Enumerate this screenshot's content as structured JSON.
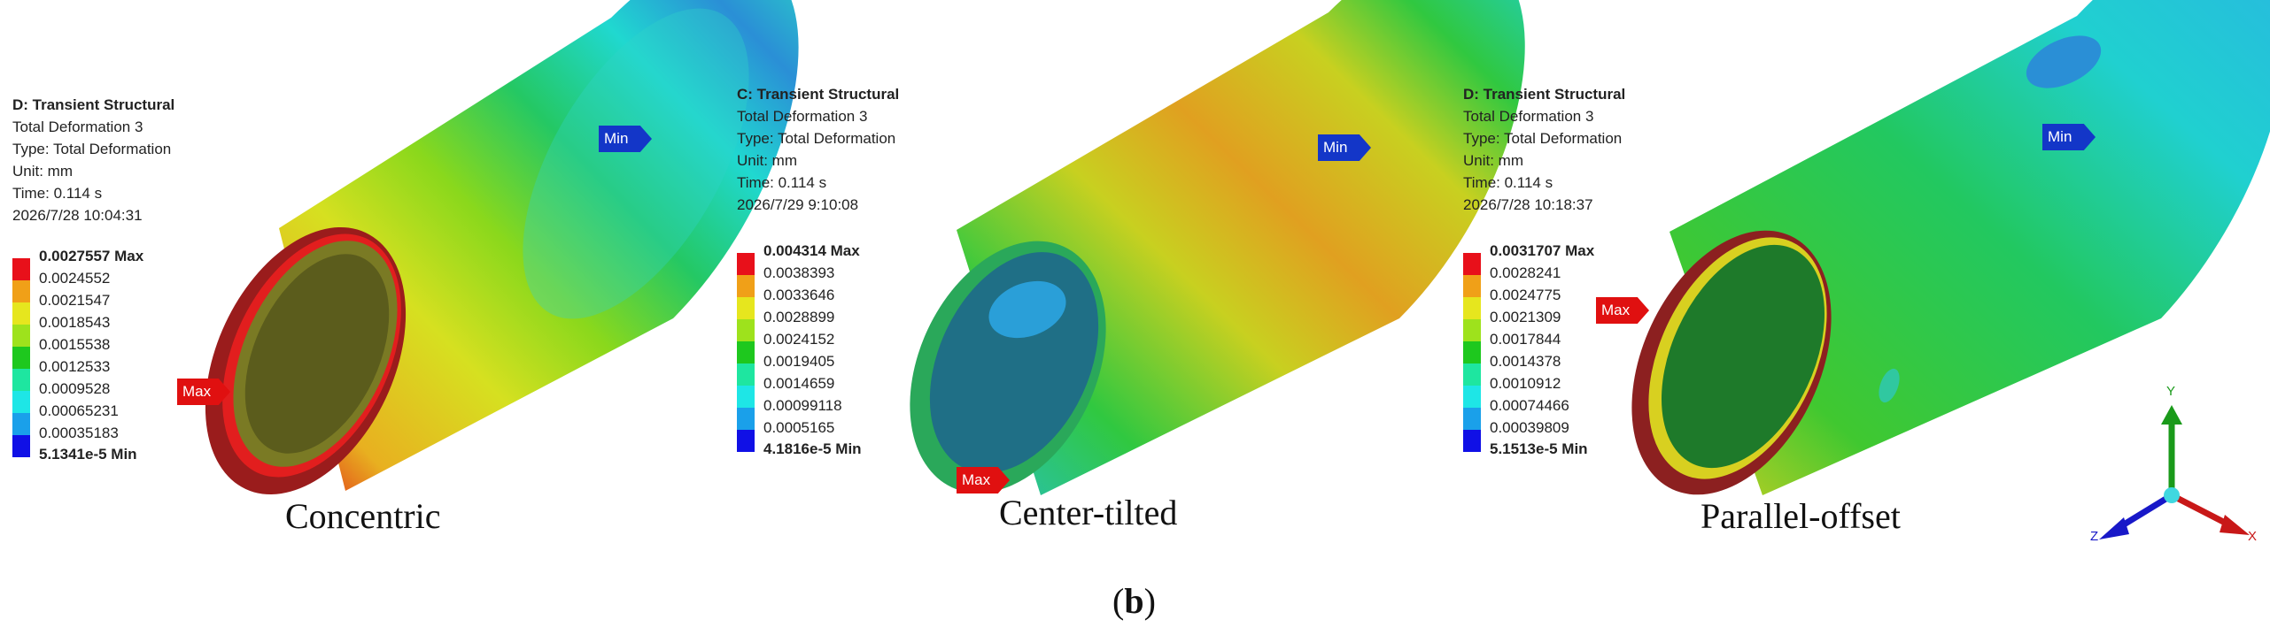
{
  "panels": [
    {
      "caption": "Concentric",
      "info": {
        "title": "D: Transient Structural",
        "result": "Total Deformation 3",
        "type": "Type: Total Deformation",
        "unit": "Unit: mm",
        "time": "Time: 0.114 s",
        "date": "2026/7/28 10:04:31"
      },
      "max_label": "0.0027557 Max",
      "levels": [
        "0.0024552",
        "0.0021547",
        "0.0018543",
        "0.0015538",
        "0.0012533",
        "0.0009528",
        "0.00065231",
        "0.00035183"
      ],
      "min_label": "5.1341e-5 Min",
      "max_tag": "Max",
      "min_tag": "Min"
    },
    {
      "caption": "Center-tilted",
      "info": {
        "title": "C: Transient Structural",
        "result": "Total Deformation 3",
        "type": "Type: Total Deformation",
        "unit": "Unit: mm",
        "time": "Time: 0.114 s",
        "date": "2026/7/29 9:10:08"
      },
      "max_label": "0.004314 Max",
      "levels": [
        "0.0038393",
        "0.0033646",
        "0.0028899",
        "0.0024152",
        "0.0019405",
        "0.0014659",
        "0.00099118",
        "0.0005165"
      ],
      "min_label": "4.1816e-5 Min",
      "max_tag": "Max",
      "min_tag": "Min"
    },
    {
      "caption": "Parallel-offset",
      "info": {
        "title": "D: Transient Structural",
        "result": "Total Deformation 3",
        "type": "Type: Total Deformation",
        "unit": "Unit: mm",
        "time": "Time: 0.114 s",
        "date": "2026/7/28 10:18:37"
      },
      "max_label": "0.0031707 Max",
      "levels": [
        "0.0028241",
        "0.0024775",
        "0.0021309",
        "0.0017844",
        "0.0014378",
        "0.0010912",
        "0.00074466",
        "0.00039809"
      ],
      "min_label": "5.1513e-5 Min",
      "max_tag": "Max",
      "min_tag": "Min"
    }
  ],
  "legend_colors": [
    "#e8101a",
    "#f0a018",
    "#e6e61e",
    "#9ee21c",
    "#1ec81e",
    "#1ee6a0",
    "#1ee6e6",
    "#1aa0ea",
    "#1010e6"
  ],
  "axes": {
    "y": "Y",
    "x": "X",
    "z": "Z"
  },
  "subfigure_label": "b"
}
